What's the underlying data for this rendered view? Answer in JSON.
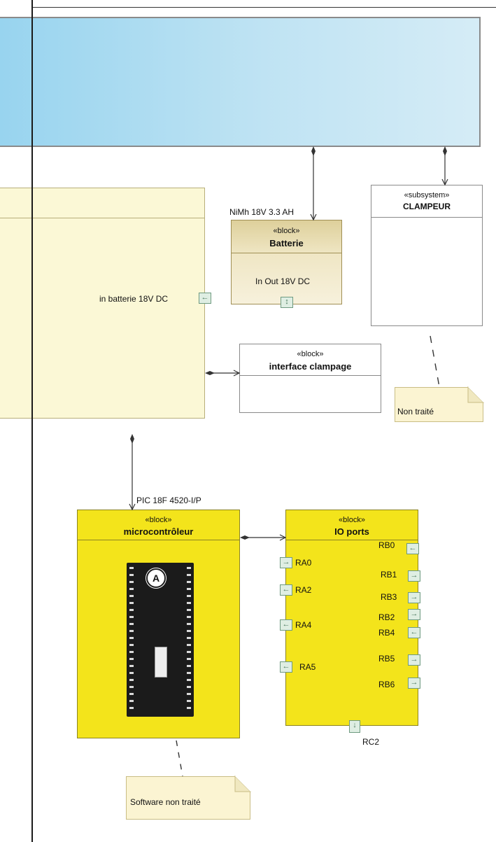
{
  "blocks": {
    "batterie": {
      "stereotype": "«block»",
      "name": "Batterie",
      "above_label": "NiMh 18V 3.3 AH",
      "port_label": "In Out 18V DC"
    },
    "clampeur": {
      "stereotype": "«subsystem»",
      "name": "CLAMPEUR"
    },
    "interface": {
      "stereotype": "«block»",
      "name": "interface clampage"
    },
    "microcontroleur": {
      "stereotype": "«block»",
      "name": "microcontrôleur",
      "above_label": "PIC 18F 4520-I/P"
    },
    "io_ports": {
      "stereotype": "«block»",
      "name": "IO ports"
    }
  },
  "main_block": {
    "port_label": "in batterie 18V DC"
  },
  "io_port_labels": {
    "left": [
      "RA0",
      "RA2",
      "RA4",
      "RA5"
    ],
    "right": [
      "RB0",
      "RB1",
      "RB3",
      "RB2",
      "RB4",
      "RB5",
      "RB6"
    ],
    "bottom": "RC2"
  },
  "notes": {
    "clampeur_note": "Non traité",
    "software_note": "Software non traité"
  },
  "chip_marker": "A",
  "colors": {
    "top_block": "#bfe3f3",
    "main_block": "#fbf8d6",
    "yellow_block": "#f3e41b",
    "note": "#fbf4d2"
  }
}
